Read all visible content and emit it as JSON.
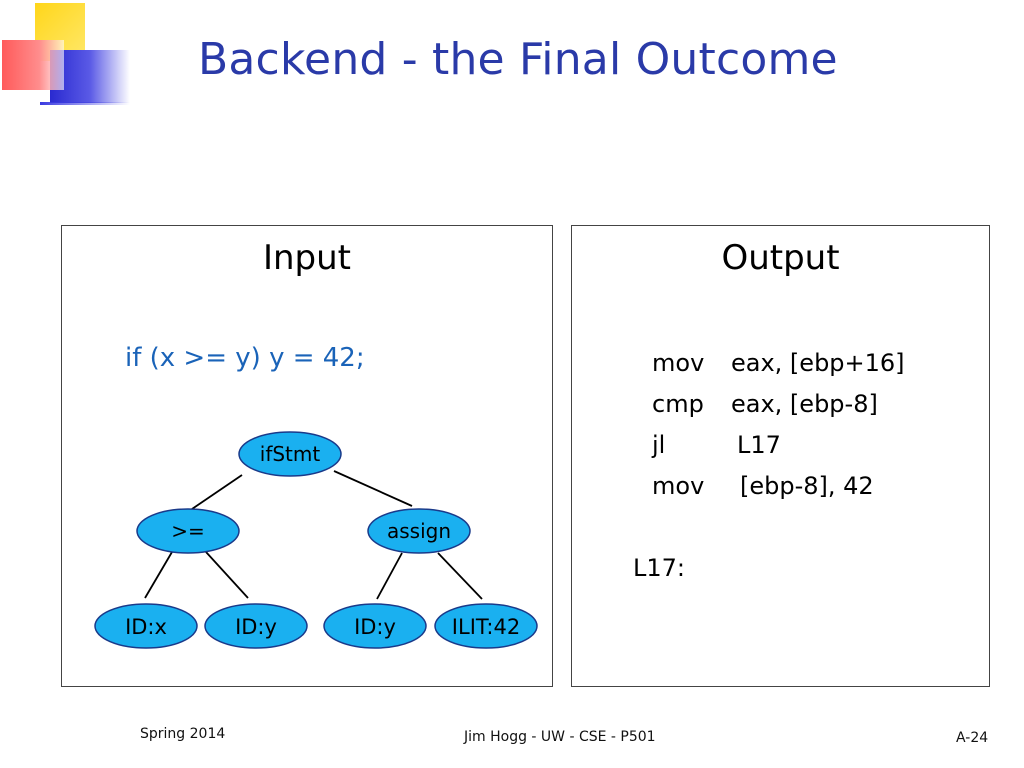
{
  "slide": {
    "title": "Backend - the Final Outcome"
  },
  "input_panel": {
    "heading": "Input",
    "code": "if (x >= y) y = 42;",
    "tree": {
      "nodes": {
        "root": "ifStmt",
        "cmp": ">=",
        "assign": "assign",
        "idx": "ID:x",
        "idy1": "ID:y",
        "idy2": "ID:y",
        "lit": "ILIT:42"
      }
    }
  },
  "output_panel": {
    "heading": "Output",
    "lines": [
      {
        "op": "mov",
        "args": "eax, [ebp+16]"
      },
      {
        "op": "cmp",
        "args": "eax, [ebp-8]"
      },
      {
        "op": "jl",
        "args": "L17"
      },
      {
        "op": "mov",
        "args": "[ebp-8], 42"
      }
    ],
    "label": "L17:"
  },
  "footer": {
    "left": "Spring 2014",
    "center": "Jim Hogg - UW - CSE - P501",
    "right": "A-24"
  },
  "colors": {
    "title": "#2a3aa8",
    "code": "#1a63b8",
    "node_fill": "#1ab0f0",
    "node_stroke": "#1a3a8a"
  }
}
